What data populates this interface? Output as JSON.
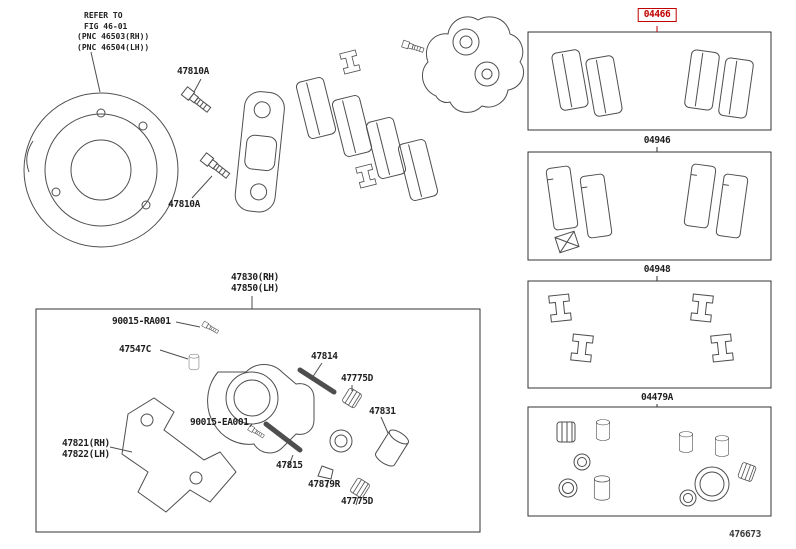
{
  "diagram": {
    "number": "476673",
    "highlight_color": "#c00000"
  },
  "note": {
    "line1": "REFER TO",
    "line2": "FIG 46-01",
    "line3": "(PNC 46503(RH))",
    "line4": "(PNC 46504(LH))"
  },
  "labels": {
    "bolt_upper": "47810A",
    "bolt_lower": "47810A",
    "caliper_assembly_rh": "47830(RH)",
    "caliper_assembly_lh": "47850(LH)",
    "bleeder_plug": "90015-RA001",
    "bleeder_cap": "47547C",
    "slide_pin_top": "47814",
    "pin_boot_top": "47775D",
    "piston": "47831",
    "fitting_bolt": "90015-EA001",
    "mounting_rh": "47821(RH)",
    "mounting_lh": "47822(LH)",
    "slide_pin_bottom": "47815",
    "wear_indicator": "47879R",
    "pin_boot_bottom": "47775D"
  },
  "kits": {
    "pad_kit": "04466",
    "shim_kit": "04946",
    "fitting_kit": "04948",
    "cylinder_kit": "04479A"
  }
}
